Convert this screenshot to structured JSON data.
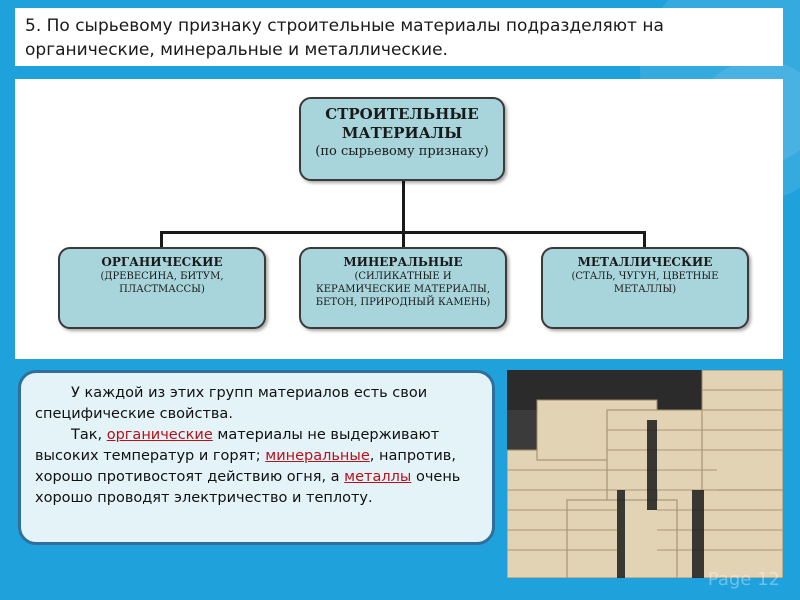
{
  "header": {
    "text": "5. По сырьевому признаку строительные материалы подразделяют на органические, минеральные и металлические."
  },
  "diagram": {
    "root": {
      "title_line1": "СТРОИТЕЛЬНЫЕ",
      "title_line2": "МАТЕРИАЛЫ",
      "subtitle": "(по сырьевому признаку)"
    },
    "children": [
      {
        "title": "ОРГАНИЧЕСКИЕ",
        "line1": "(ДРЕВЕСИНА, БИТУМ,",
        "line2": "ПЛАСТМАССЫ)",
        "line3": ""
      },
      {
        "title": "МИНЕРАЛЬНЫЕ",
        "line1": "(СИЛИКАТНЫЕ И",
        "line2": "КЕРАМИЧЕСКИЕ МАТЕРИАЛЫ,",
        "line3": "БЕТОН, ПРИРОДНЫЙ КАМЕНЬ)"
      },
      {
        "title": "МЕТАЛЛИЧЕСКИЕ",
        "line1": "(СТАЛЬ, ЧУГУН, ЦВЕТНЫЕ",
        "line2": "МЕТАЛЛЫ)",
        "line3": ""
      }
    ]
  },
  "textbox": {
    "p1": "У каждой из этих групп материалов есть свои специфические свойства.",
    "p2_a": "Так, ",
    "p2_hl1": "органические",
    "p2_b": " материалы не выдерживают высоких температур и горят; ",
    "p2_hl2": "минеральные",
    "p2_c": ", напротив, хорошо противостоят действию огня, а ",
    "p2_hl3": "металлы",
    "p2_d": " очень хорошо проводят электричество и теплоту."
  },
  "page_label": "Page 12",
  "colors": {
    "background": "#1fa1dc",
    "node_fill": "#a8d4db",
    "highlight": "#b5121b",
    "textbox_border": "#2e6f9e"
  }
}
